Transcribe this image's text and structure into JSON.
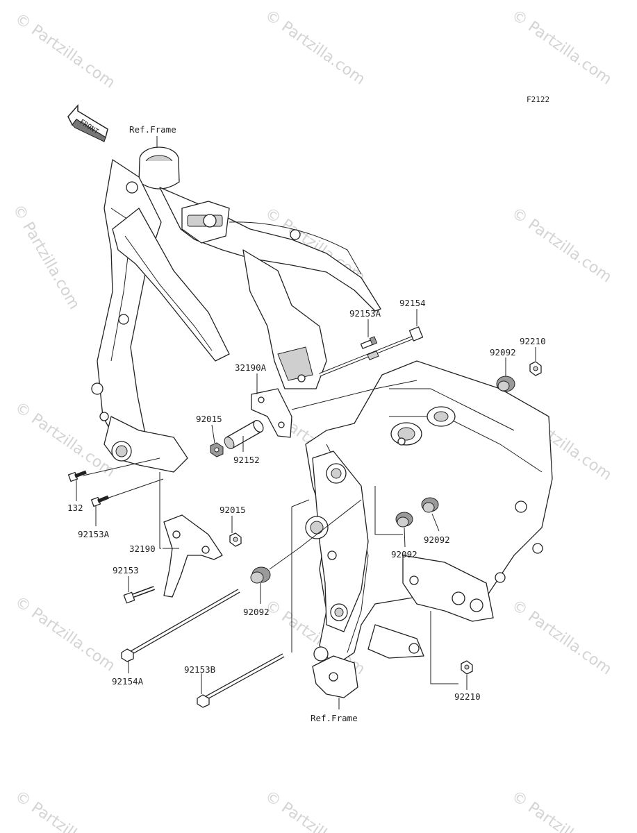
{
  "diagram": {
    "code": "F2122",
    "front_arrow_text": "FRONT",
    "ref_frame_top": "Ref.Frame",
    "ref_frame_bottom": "Ref.Frame",
    "watermark": "© Partzilla.com",
    "parts": {
      "p92154": "92154",
      "p92153A_top": "92153A",
      "p92210_top": "92210",
      "p92092_top": "92092",
      "p32190A": "32190A",
      "p92015_upper": "92015",
      "p92152": "92152",
      "p132": "132",
      "p92153A_left": "92153A",
      "p92015_lower": "92015",
      "p32190": "32190",
      "p92153": "92153",
      "p92092_mid_right": "92092",
      "p92092_mid": "92092",
      "p92092_lower": "92092",
      "p92154A": "92154A",
      "p92153B": "92153B",
      "p92210_bottom": "92210"
    }
  }
}
